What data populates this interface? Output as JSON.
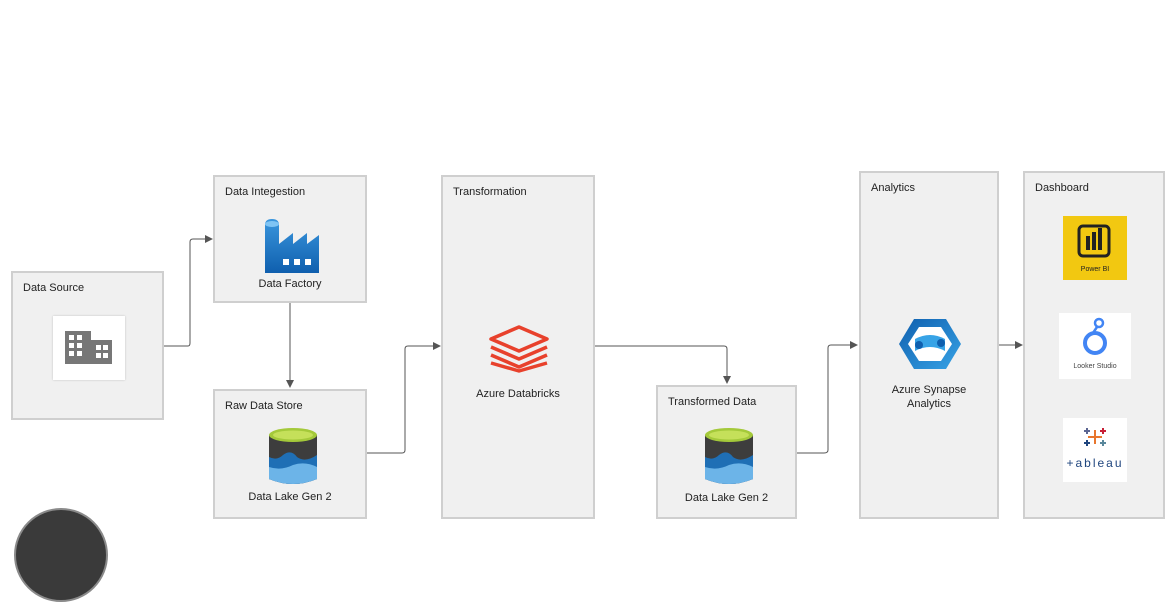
{
  "nodes": {
    "data_source": {
      "title": "Data Source"
    },
    "data_integestion": {
      "title": "Data Integestion",
      "caption": "Data Factory"
    },
    "raw_data_store": {
      "title": "Raw Data Store",
      "caption": "Data Lake Gen 2"
    },
    "transformation": {
      "title": "Transformation",
      "caption": "Azure Databricks"
    },
    "transformed_data": {
      "title": "Transformed Data",
      "caption": "Data Lake Gen 2"
    },
    "analytics": {
      "title": "Analytics",
      "caption": "Azure Synapse\nAnalytics"
    },
    "dashboard": {
      "title": "Dashboard",
      "tools": [
        {
          "label": "Power BI",
          "icon": "power-bi-icon"
        },
        {
          "label": "Looker Studio",
          "icon": "looker-studio-icon"
        },
        {
          "label": "+ableau",
          "icon": "tableau-icon"
        }
      ]
    }
  },
  "icons": {
    "data_source": "building-icon",
    "data_factory": "data-factory-icon",
    "data_lake": "data-lake-icon",
    "databricks": "databricks-icon",
    "synapse": "synapse-icon"
  },
  "colors": {
    "box_fill": "#f0f0f0",
    "box_border": "#cfcfcf",
    "connector": "#555555",
    "powerbi_yellow": "#f2c811",
    "databricks_red": "#e8412c",
    "azure_blue": "#0f5fae"
  }
}
